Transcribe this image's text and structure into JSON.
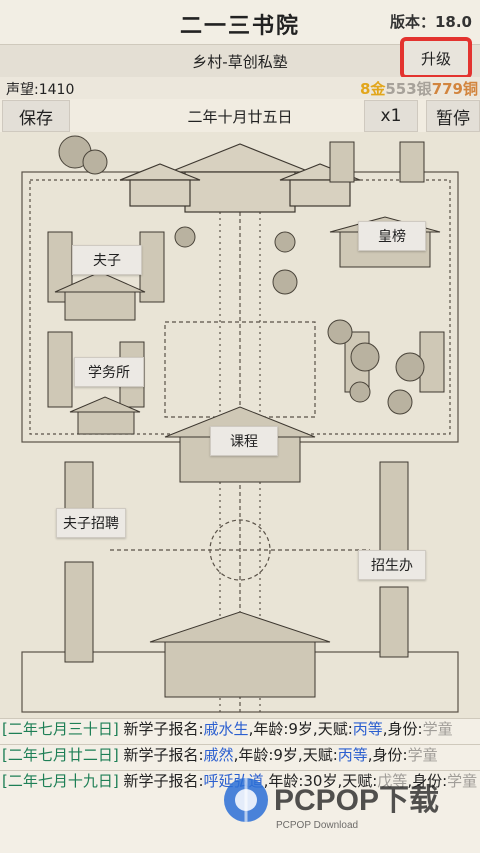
{
  "header": {
    "title": "二一三书院",
    "version": "版本：18.0"
  },
  "location": {
    "label": "乡村-草创私塾",
    "upgrade_label": "升级"
  },
  "status": {
    "reputation": "声望:1410",
    "gold": "8金",
    "silver": "553银",
    "copper": "779铜"
  },
  "toolbar": {
    "save_label": "保存",
    "date": "二年十月廿五日",
    "speed_label": "x1",
    "pause_label": "暂停"
  },
  "map": {
    "labels": {
      "teacher": "夫子",
      "imperial_list": "皇榜",
      "academic_office": "学务所",
      "courses": "课程",
      "teacher_hiring": "夫子招聘",
      "admissions": "招生办"
    }
  },
  "log": {
    "entries": [
      {
        "date": "[二年七月三十日]",
        "prefix": " 新学子报名:",
        "name": "戚水生",
        "age_text": ",年龄:9岁,天赋:",
        "talent": "丙等",
        "identity_label": ",身份:",
        "identity": "学童"
      },
      {
        "date": "[二年七月廿二日]",
        "prefix": " 新学子报名:",
        "name": "戚然",
        "age_text": ",年龄:9岁,天赋:",
        "talent": "丙等",
        "identity_label": ",身份:",
        "identity": "学童"
      },
      {
        "date": "[二年七月十九日]",
        "prefix": " 新学子报名:",
        "name": "呼延弘道",
        "age_text": ",年龄:30岁,天赋:",
        "talent": "戊等",
        "identity_label": ",身份:",
        "identity": "学童"
      }
    ]
  },
  "watermark": {
    "brand": "PCPOP下载",
    "sub": "PCPOP Download"
  }
}
